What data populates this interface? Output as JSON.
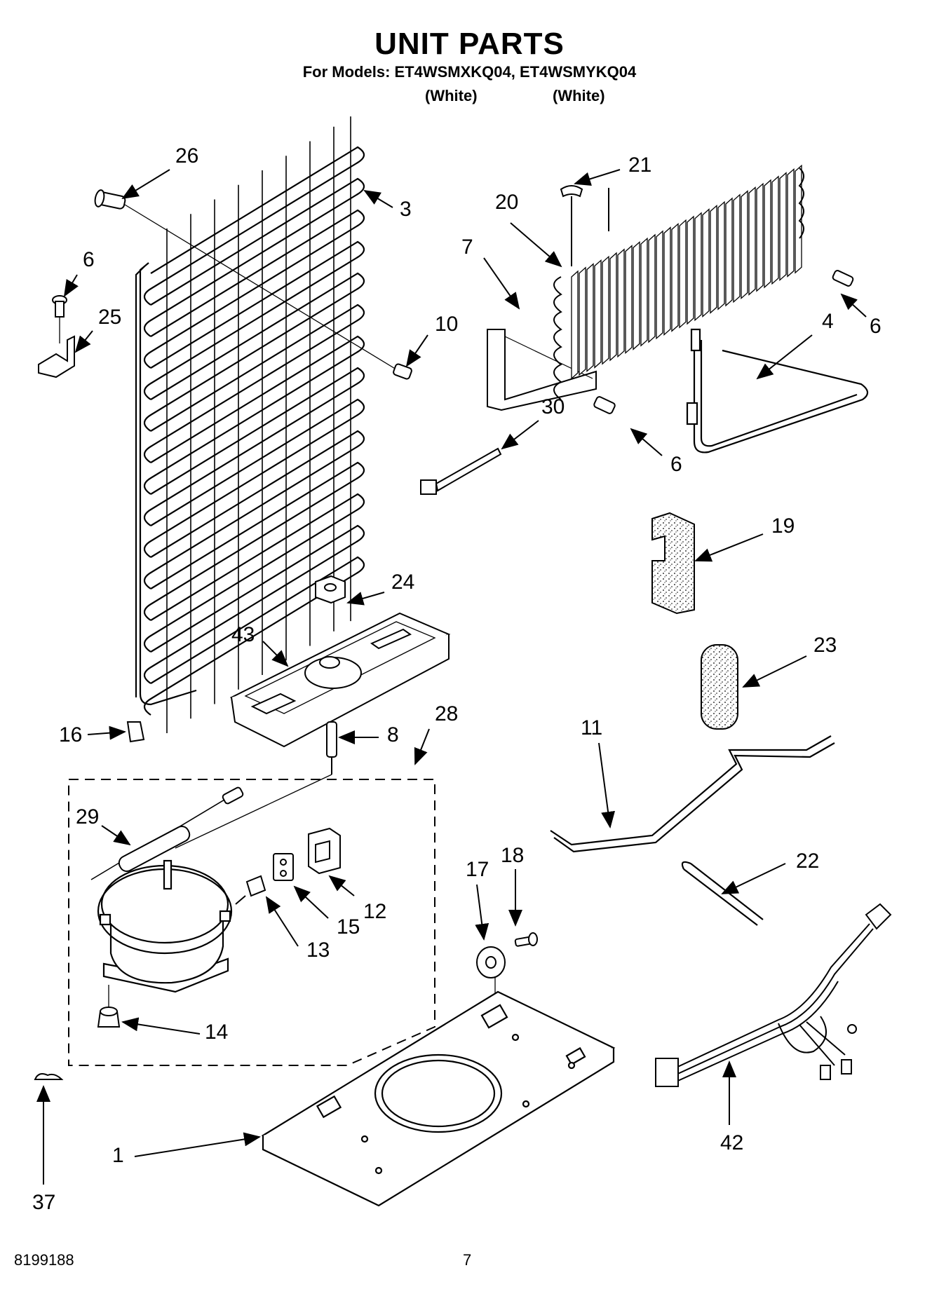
{
  "header": {
    "title": "UNIT PARTS",
    "subtitle": "For Models: ET4WSMXKQ04, ET4WSMYKQ04",
    "variants": [
      "(White)",
      "(White)"
    ]
  },
  "callouts": [
    "26",
    "3",
    "6",
    "25",
    "10",
    "21",
    "20",
    "7",
    "6",
    "4",
    "30",
    "6",
    "19",
    "24",
    "43",
    "23",
    "16",
    "8",
    "28",
    "11",
    "29",
    "12",
    "15",
    "13",
    "17",
    "18",
    "22",
    "14",
    "42",
    "1",
    "37"
  ],
  "footer": {
    "doc_number": "8199188",
    "page": "7"
  }
}
